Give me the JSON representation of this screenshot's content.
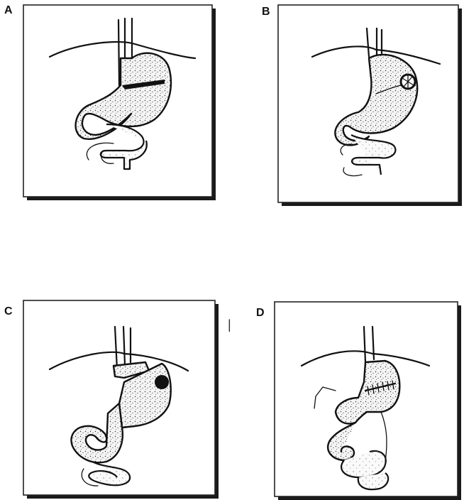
{
  "panels": [
    {
      "label": "A"
    },
    {
      "label": "B"
    },
    {
      "label": "C"
    },
    {
      "label": "D"
    }
  ],
  "stray_mark": "|"
}
